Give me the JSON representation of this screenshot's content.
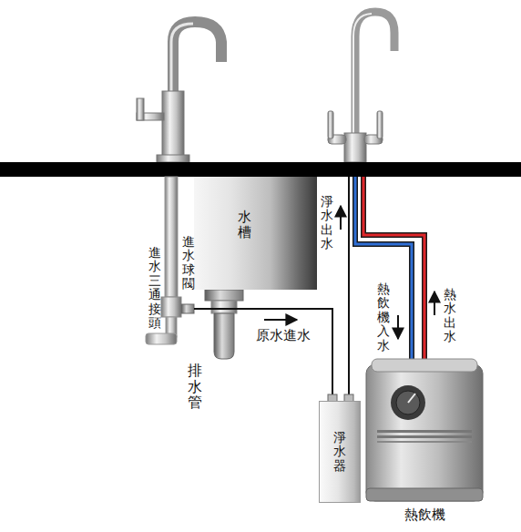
{
  "diagram": {
    "nodes": [
      {
        "text": [
          "水槽"
        ]
      },
      {
        "text": [
          "淨水器"
        ]
      },
      {
        "text": [
          "熱飲機"
        ]
      }
    ],
    "labels": [
      "進水三通接頭",
      "進水球閥",
      "淨水出水",
      "原水進水",
      "排水管",
      "熱飲機入水",
      "熱水出水"
    ]
  }
}
